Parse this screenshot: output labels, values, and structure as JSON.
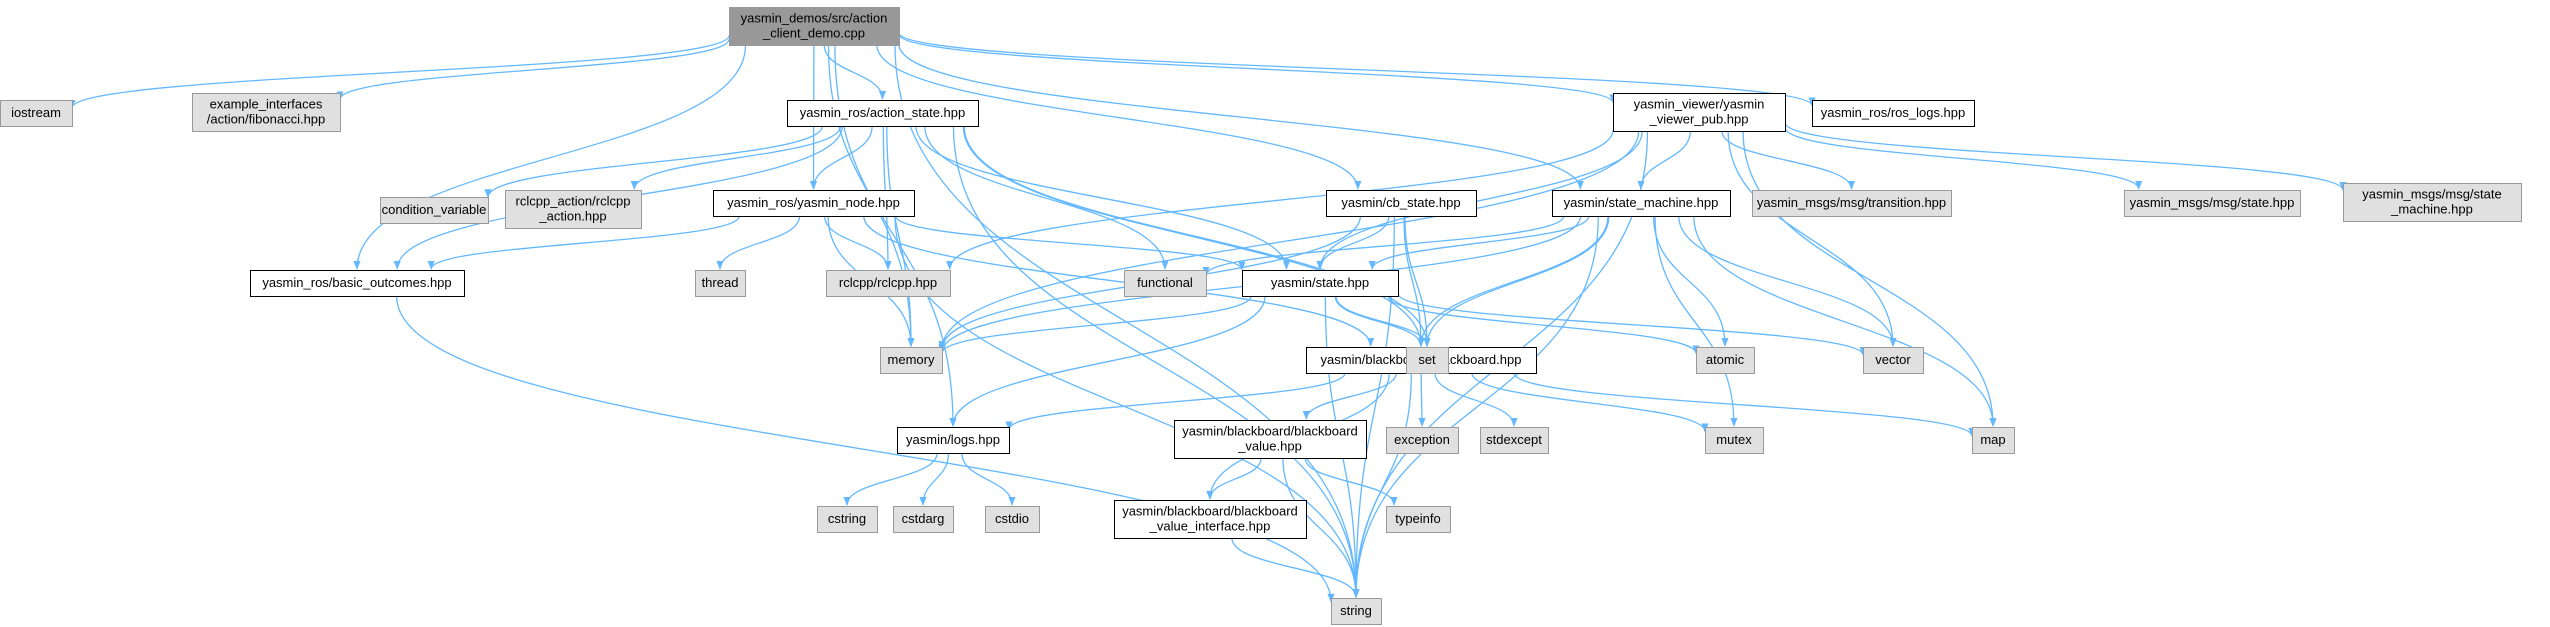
{
  "colors": {
    "root_fill": "#999999",
    "local_fill": "#ffffff",
    "system_fill": "#e0e0e0",
    "local_border": "#000000",
    "system_border": "#999999",
    "edge": "#63b8ff"
  },
  "nodes": [
    {
      "id": "root",
      "kind": "root",
      "lines": [
        "yasmin_demos/src/action",
        "_client_demo.cpp"
      ]
    },
    {
      "id": "iostream",
      "kind": "system",
      "lines": [
        "iostream"
      ]
    },
    {
      "id": "example_interfaces",
      "kind": "system",
      "lines": [
        "example_interfaces",
        "/action/fibonacci.hpp"
      ]
    },
    {
      "id": "action_state",
      "kind": "local",
      "lines": [
        "yasmin_ros/action_state.hpp"
      ]
    },
    {
      "id": "viewer_pub",
      "kind": "local",
      "lines": [
        "yasmin_viewer/yasmin",
        "_viewer_pub.hpp"
      ]
    },
    {
      "id": "ros_logs",
      "kind": "local",
      "lines": [
        "yasmin_ros/ros_logs.hpp"
      ]
    },
    {
      "id": "condition_variable",
      "kind": "system",
      "lines": [
        "condition_variable"
      ]
    },
    {
      "id": "rclcpp_action",
      "kind": "system",
      "lines": [
        "rclcpp_action/rclcpp",
        "_action.hpp"
      ]
    },
    {
      "id": "yasmin_node",
      "kind": "local",
      "lines": [
        "yasmin_ros/yasmin_node.hpp"
      ]
    },
    {
      "id": "cb_state",
      "kind": "local",
      "lines": [
        "yasmin/cb_state.hpp"
      ]
    },
    {
      "id": "state_machine",
      "kind": "local",
      "lines": [
        "yasmin/state_machine.hpp"
      ]
    },
    {
      "id": "transition",
      "kind": "system",
      "lines": [
        "yasmin_msgs/msg/transition.hpp"
      ]
    },
    {
      "id": "msg_state",
      "kind": "system",
      "lines": [
        "yasmin_msgs/msg/state.hpp"
      ]
    },
    {
      "id": "msg_state_machine",
      "kind": "system",
      "lines": [
        "yasmin_msgs/msg/state",
        "_machine.hpp"
      ]
    },
    {
      "id": "basic_outcomes",
      "kind": "local",
      "lines": [
        "yasmin_ros/basic_outcomes.hpp"
      ]
    },
    {
      "id": "thread",
      "kind": "system",
      "lines": [
        "thread"
      ]
    },
    {
      "id": "rclcpp",
      "kind": "system",
      "lines": [
        "rclcpp/rclcpp.hpp"
      ]
    },
    {
      "id": "functional",
      "kind": "system",
      "lines": [
        "functional"
      ]
    },
    {
      "id": "state",
      "kind": "local",
      "lines": [
        "yasmin/state.hpp"
      ]
    },
    {
      "id": "memory",
      "kind": "system",
      "lines": [
        "memory"
      ]
    },
    {
      "id": "blackboard",
      "kind": "local",
      "lines": [
        "yasmin/blackboard/blackboard.hpp"
      ]
    },
    {
      "id": "set",
      "kind": "system",
      "lines": [
        "set"
      ]
    },
    {
      "id": "atomic",
      "kind": "system",
      "lines": [
        "atomic"
      ]
    },
    {
      "id": "vector",
      "kind": "system",
      "lines": [
        "vector"
      ]
    },
    {
      "id": "logs",
      "kind": "local",
      "lines": [
        "yasmin/logs.hpp"
      ]
    },
    {
      "id": "bb_value",
      "kind": "local",
      "lines": [
        "yasmin/blackboard/blackboard",
        "_value.hpp"
      ]
    },
    {
      "id": "exception",
      "kind": "system",
      "lines": [
        "exception"
      ]
    },
    {
      "id": "stdexcept",
      "kind": "system",
      "lines": [
        "stdexcept"
      ]
    },
    {
      "id": "mutex",
      "kind": "system",
      "lines": [
        "mutex"
      ]
    },
    {
      "id": "map",
      "kind": "system",
      "lines": [
        "map"
      ]
    },
    {
      "id": "cstring",
      "kind": "system",
      "lines": [
        "cstring"
      ]
    },
    {
      "id": "cstdarg",
      "kind": "system",
      "lines": [
        "cstdarg"
      ]
    },
    {
      "id": "cstdio",
      "kind": "system",
      "lines": [
        "cstdio"
      ]
    },
    {
      "id": "typeinfo",
      "kind": "system",
      "lines": [
        "typeinfo"
      ]
    },
    {
      "id": "bb_value_interface",
      "kind": "local",
      "lines": [
        "yasmin/blackboard/blackboard",
        "_value_interface.hpp"
      ]
    },
    {
      "id": "string",
      "kind": "system",
      "lines": [
        "string"
      ]
    }
  ],
  "edges": [
    [
      "root",
      "iostream"
    ],
    [
      "root",
      "example_interfaces"
    ],
    [
      "root",
      "action_state"
    ],
    [
      "root",
      "viewer_pub"
    ],
    [
      "root",
      "ros_logs"
    ],
    [
      "root",
      "yasmin_node"
    ],
    [
      "root",
      "cb_state"
    ],
    [
      "root",
      "state_machine"
    ],
    [
      "root",
      "basic_outcomes"
    ],
    [
      "root",
      "memory"
    ],
    [
      "root",
      "logs"
    ],
    [
      "root",
      "string"
    ],
    [
      "action_state",
      "condition_variable"
    ],
    [
      "action_state",
      "rclcpp_action"
    ],
    [
      "action_state",
      "yasmin_node"
    ],
    [
      "action_state",
      "basic_outcomes"
    ],
    [
      "action_state",
      "rclcpp"
    ],
    [
      "action_state",
      "functional"
    ],
    [
      "action_state",
      "state"
    ],
    [
      "action_state",
      "memory"
    ],
    [
      "action_state",
      "blackboard"
    ],
    [
      "action_state",
      "set"
    ],
    [
      "action_state",
      "string"
    ],
    [
      "viewer_pub",
      "state_machine"
    ],
    [
      "viewer_pub",
      "transition"
    ],
    [
      "viewer_pub",
      "msg_state"
    ],
    [
      "viewer_pub",
      "msg_state_machine"
    ],
    [
      "viewer_pub",
      "rclcpp"
    ],
    [
      "viewer_pub",
      "state"
    ],
    [
      "viewer_pub",
      "memory"
    ],
    [
      "viewer_pub",
      "vector"
    ],
    [
      "viewer_pub",
      "map"
    ],
    [
      "viewer_pub",
      "string"
    ],
    [
      "yasmin_node",
      "basic_outcomes"
    ],
    [
      "yasmin_node",
      "thread"
    ],
    [
      "yasmin_node",
      "rclcpp"
    ],
    [
      "yasmin_node",
      "state"
    ],
    [
      "yasmin_node",
      "memory"
    ],
    [
      "yasmin_node",
      "blackboard"
    ],
    [
      "yasmin_node",
      "string"
    ],
    [
      "cb_state",
      "state"
    ],
    [
      "cb_state",
      "blackboard"
    ],
    [
      "cb_state",
      "memory"
    ],
    [
      "cb_state",
      "set"
    ],
    [
      "cb_state",
      "string"
    ],
    [
      "state_machine",
      "functional"
    ],
    [
      "state_machine",
      "state"
    ],
    [
      "state_machine",
      "memory"
    ],
    [
      "state_machine",
      "blackboard"
    ],
    [
      "state_machine",
      "set"
    ],
    [
      "state_machine",
      "atomic"
    ],
    [
      "state_machine",
      "vector"
    ],
    [
      "state_machine",
      "mutex"
    ],
    [
      "state_machine",
      "map"
    ],
    [
      "state_machine",
      "string"
    ],
    [
      "basic_outcomes",
      "string"
    ],
    [
      "state",
      "memory"
    ],
    [
      "state",
      "blackboard"
    ],
    [
      "state",
      "set"
    ],
    [
      "state",
      "atomic"
    ],
    [
      "state",
      "vector"
    ],
    [
      "state",
      "logs"
    ],
    [
      "state",
      "string"
    ],
    [
      "blackboard",
      "logs"
    ],
    [
      "blackboard",
      "bb_value"
    ],
    [
      "blackboard",
      "bb_value_interface"
    ],
    [
      "blackboard",
      "exception"
    ],
    [
      "blackboard",
      "stdexcept"
    ],
    [
      "blackboard",
      "mutex"
    ],
    [
      "blackboard",
      "map"
    ],
    [
      "blackboard",
      "string"
    ],
    [
      "logs",
      "cstring"
    ],
    [
      "logs",
      "cstdarg"
    ],
    [
      "logs",
      "cstdio"
    ],
    [
      "bb_value",
      "bb_value_interface"
    ],
    [
      "bb_value",
      "typeinfo"
    ],
    [
      "bb_value",
      "string"
    ],
    [
      "bb_value_interface",
      "string"
    ]
  ]
}
